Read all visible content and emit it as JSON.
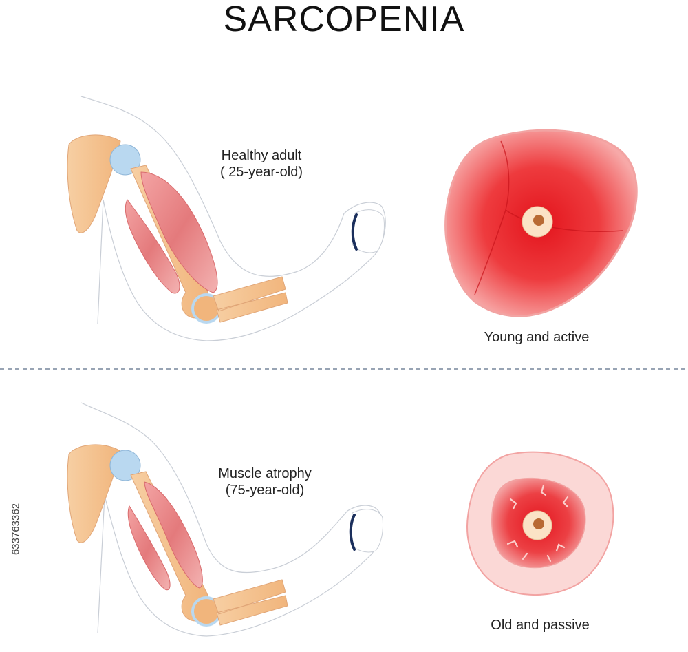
{
  "title": "SARCOPENIA",
  "panels": {
    "healthy": {
      "label_line1": "Healthy adult",
      "label_line2": "( 25-year-old)",
      "cross_section_caption": "Young and active"
    },
    "atrophy": {
      "label_line1": "Muscle atrophy",
      "label_line2": "(75-year-old)",
      "cross_section_caption": "Old and passive"
    }
  },
  "watermark_id": "633763362",
  "colors": {
    "muscle_healthy": "#e8202a",
    "muscle_atrophy_outer": "#fbd8d6",
    "bone": "#f5c79a",
    "joint": "#b9d8f0",
    "fist_outline": "#1b2f5c",
    "divider": "#5a6e86"
  }
}
